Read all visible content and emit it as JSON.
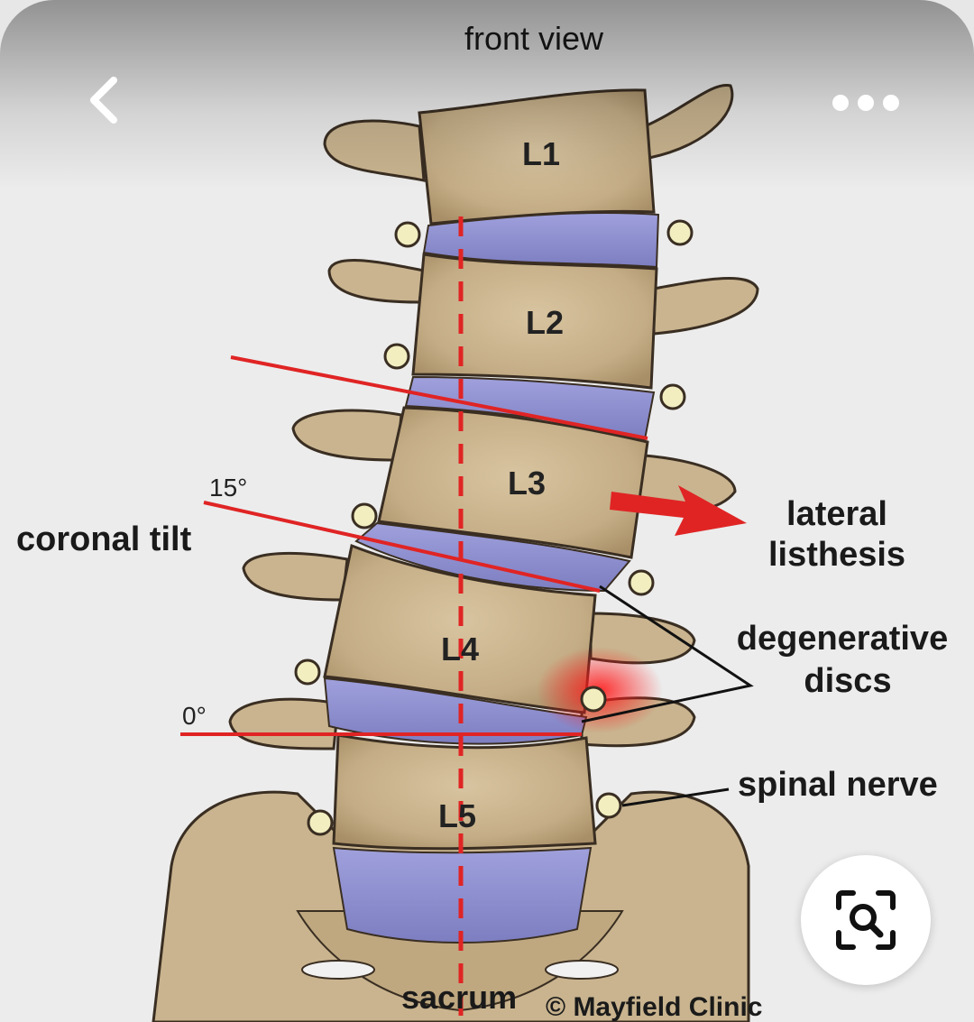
{
  "figure": {
    "title": "front view",
    "vertebrae": [
      "L1",
      "L2",
      "L3",
      "L4",
      "L5"
    ],
    "labels": {
      "coronal_tilt": "coronal tilt",
      "angle_top": "15°",
      "angle_bottom": "0°",
      "lateral_1": "lateral",
      "lateral_2": "listhesis",
      "degen_1": "degenerative",
      "degen_2": "discs",
      "spinal_nerve": "spinal nerve",
      "sacrum": "sacrum",
      "credit": "© Mayfield Clinic"
    }
  },
  "toolbar": {
    "back_icon": "chevron-left-icon",
    "more_icon": "more-horizontal-icon"
  },
  "lens": {
    "icon": "visual-search-icon"
  },
  "colors": {
    "bone": "#c9b48f",
    "disc": "#8f90cf",
    "red_line": "#e02424",
    "nerve": "#f2eec0"
  }
}
